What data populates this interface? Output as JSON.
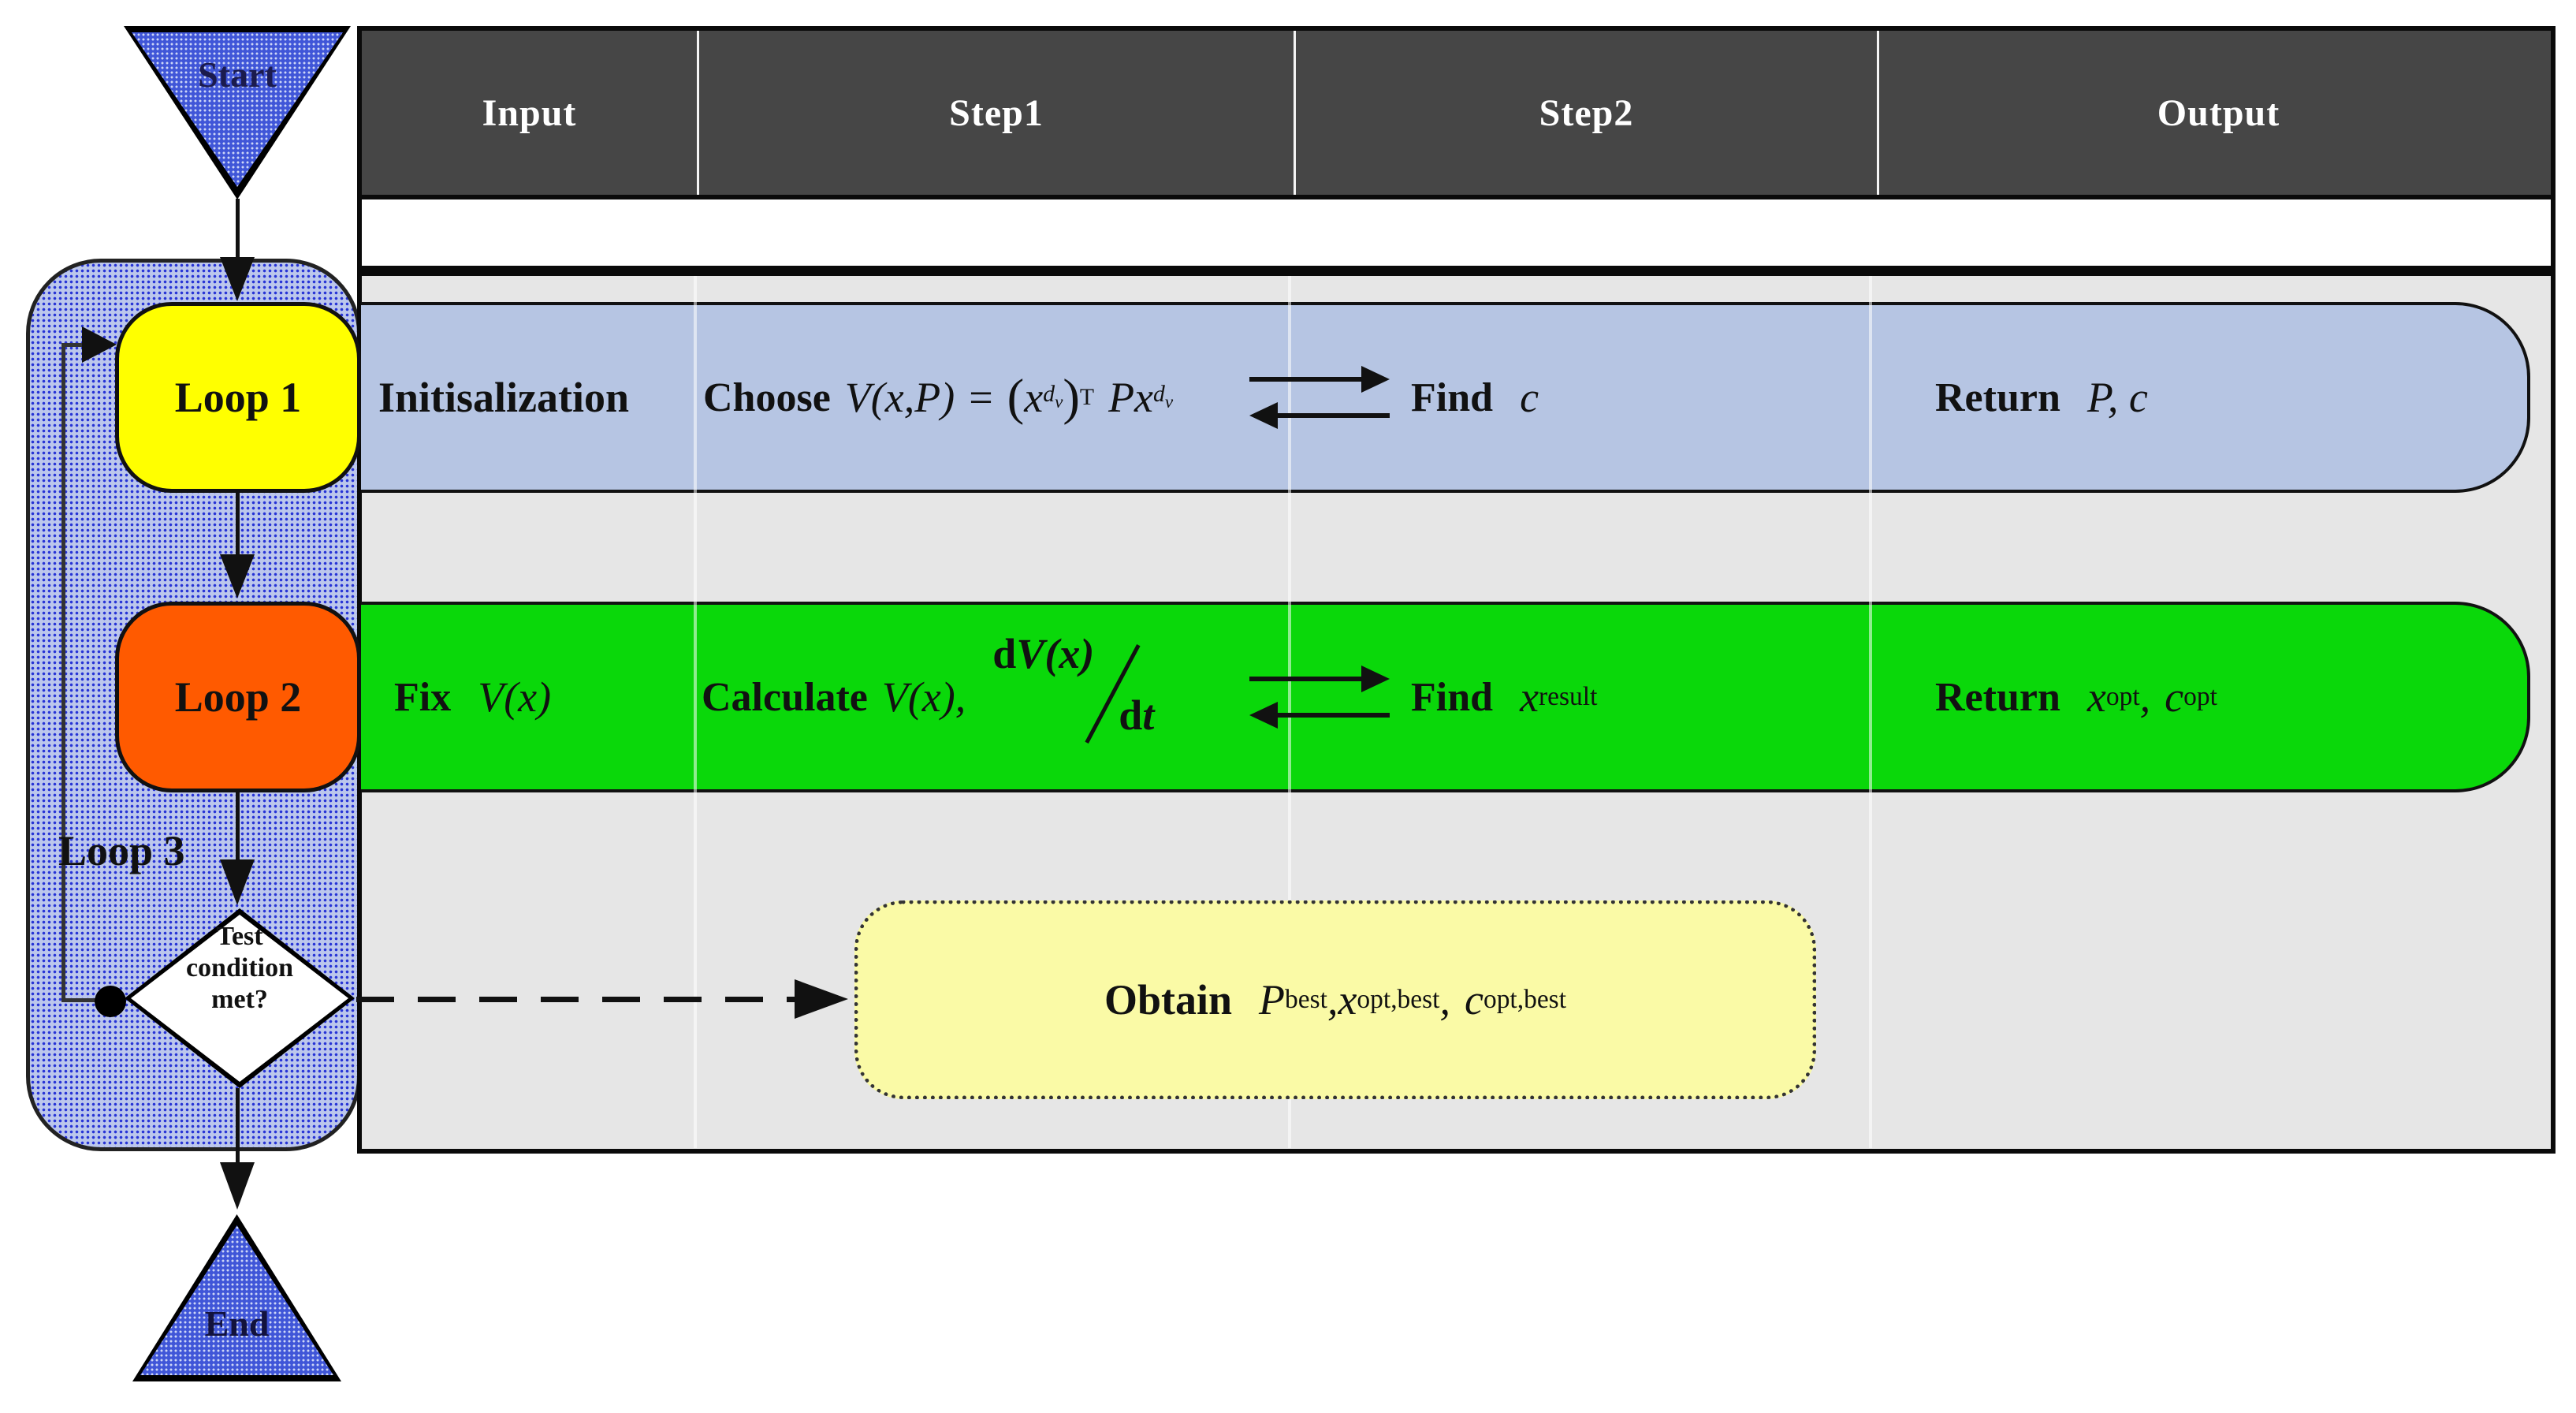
{
  "header": {
    "columns": [
      "Input",
      "Step1",
      "Step2",
      "Output"
    ]
  },
  "flowchart": {
    "start_label": "Start",
    "end_label": "End",
    "loop1_label": "Loop 1",
    "loop2_label": "Loop 2",
    "loop3_label": "Loop 3",
    "decision": {
      "line1": "Test",
      "line2": "condition",
      "line3": "met?"
    }
  },
  "row1": {
    "input": "Initisalization",
    "step1": {
      "keyword": "Choose",
      "lhs": "V(x,P)",
      "eq": "=",
      "open": "(",
      "base": "x",
      "exp": "d",
      "exp_sub": "v",
      "close": ")",
      "transpose": "T",
      "tail_base": "Px",
      "tail_exp": "d",
      "tail_exp_sub": "v"
    },
    "step2": {
      "keyword": "Find",
      "var": "c"
    },
    "output": {
      "keyword": "Return",
      "vars": "P, c"
    }
  },
  "row2": {
    "input": {
      "keyword": "Fix",
      "var": "V(x)"
    },
    "step1": {
      "keyword": "Calculate",
      "var": "V(x),",
      "frac_num_d": "d",
      "frac_num": "V(x)",
      "frac_den_d": "d",
      "frac_den": "t"
    },
    "step2": {
      "keyword": "Find",
      "base": "x",
      "sub": "result"
    },
    "output": {
      "keyword": "Return",
      "base1": "x",
      "sub1": "opt",
      "sep": ",",
      "base2": "c",
      "sub2": "opt"
    }
  },
  "obtain": {
    "keyword": "Obtain",
    "p_base": "P",
    "p_sub": "best",
    "sep1": ",",
    "x_base": "x",
    "x_sub": "opt,best",
    "sep2": ",",
    "c_base": "c",
    "c_sub": "opt,best"
  },
  "colors": {
    "header_bg": "#464646",
    "body_bg": "#e6e6e6",
    "row1_bg": "#b6c5e3",
    "row2_bg": "#0ad80a",
    "loop1_bg": "#ffff00",
    "loop2_bg": "#ff5a00",
    "obtain_bg": "#fafaa6",
    "container_bg": "#bcc7ec",
    "container_dot": "#2633d6",
    "terminal_bg": "#4056d8",
    "terminal_dot": "#cdd6f7",
    "line": "#111111"
  }
}
